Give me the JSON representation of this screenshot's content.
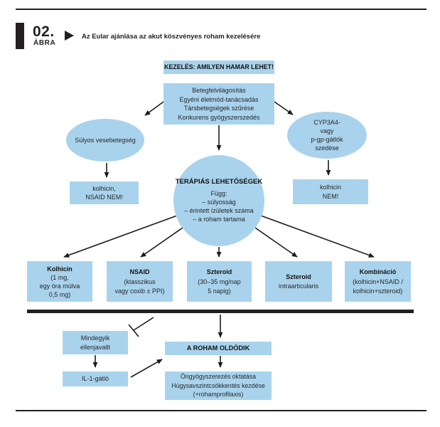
{
  "figure": {
    "number": "02.",
    "number_caption": "ÁBRA",
    "title": "Az Eular ajánlása az akut köszvényes roham kezelésére"
  },
  "colors": {
    "node_blue": "#a9d3ec",
    "line_black": "#231f20"
  },
  "nodes": {
    "treat_fast": {
      "label": "KEZELÉS: AMILYEN HAMAR LEHET!"
    },
    "education": {
      "lines": [
        "Betegfelvilágosítás",
        "Egyéni életmód-tanácsadás",
        "Társbetegségek szűrése",
        "Konkurens gyógyszerszedés"
      ]
    },
    "renal": {
      "label": "Súlyos vesebetegség"
    },
    "cyp": {
      "lines": [
        "CYP3A4-",
        "vagy",
        "p-gp-gátlók",
        "szedése"
      ]
    },
    "renal_no": {
      "lines": [
        "kolhicin,",
        "NSAID NEM!"
      ]
    },
    "cyp_no": {
      "lines": [
        "kolhicin",
        "NEM!"
      ]
    },
    "options": {
      "title": "TERÁPIÁS LEHETŐSÉGEK",
      "lines": [
        "Függ:",
        "– súlyosság",
        "– érintett ízületek száma",
        "– a roham tartama"
      ]
    },
    "colchicine": {
      "title": "Kolhicin",
      "lines": [
        "(1 mg,",
        "egy óra múlva",
        "0,5 mg)"
      ]
    },
    "nsaid": {
      "title": "NSAID",
      "lines": [
        "(klasszikus",
        "vagy coxib ± PPI)"
      ]
    },
    "steroid_oral": {
      "title": "Szteroid",
      "lines": [
        "(30–35 mg/nap",
        "5 napig)"
      ]
    },
    "steroid_ia": {
      "title": "Szteroid",
      "lines": [
        "intraarticularis"
      ]
    },
    "combo": {
      "title": "Kombináció",
      "lines": [
        "(kolhicin+NSAID /",
        "kolhicin+szteroid)"
      ]
    },
    "contraindicated": {
      "lines": [
        "Mindegyik",
        "ellenjavallt"
      ]
    },
    "il1": {
      "label": "IL-1-gátló"
    },
    "resolves": {
      "label": "A ROHAM OLDÓDIK"
    },
    "followup": {
      "lines": [
        "Öngyógyszerezés oktatása",
        "Húgysavszintcsökkentés kezdése",
        "(+rohamprofilaxis)"
      ]
    }
  },
  "edges": [
    {
      "from": "education",
      "to": "renal",
      "type": "arrow"
    },
    {
      "from": "education",
      "to": "cyp",
      "type": "arrow"
    },
    {
      "from": "education",
      "to": "options",
      "type": "arrow"
    },
    {
      "from": "renal",
      "to": "renal_no",
      "type": "arrow"
    },
    {
      "from": "cyp",
      "to": "cyp_no",
      "type": "arrow"
    },
    {
      "from": "options",
      "to": "colchicine",
      "type": "arrow"
    },
    {
      "from": "options",
      "to": "nsaid",
      "type": "arrow"
    },
    {
      "from": "options",
      "to": "steroid_oral",
      "type": "arrow"
    },
    {
      "from": "options",
      "to": "steroid_ia",
      "type": "arrow"
    },
    {
      "from": "options",
      "to": "combo",
      "type": "arrow"
    },
    {
      "from": "divider",
      "to": "resolves",
      "type": "arrow"
    },
    {
      "from": "divider",
      "to": "contraindicated",
      "type": "inhibit"
    },
    {
      "from": "contraindicated",
      "to": "il1",
      "type": "arrow"
    },
    {
      "from": "il1",
      "to": "resolves",
      "type": "arrow"
    },
    {
      "from": "resolves",
      "to": "followup",
      "type": "arrow"
    }
  ]
}
